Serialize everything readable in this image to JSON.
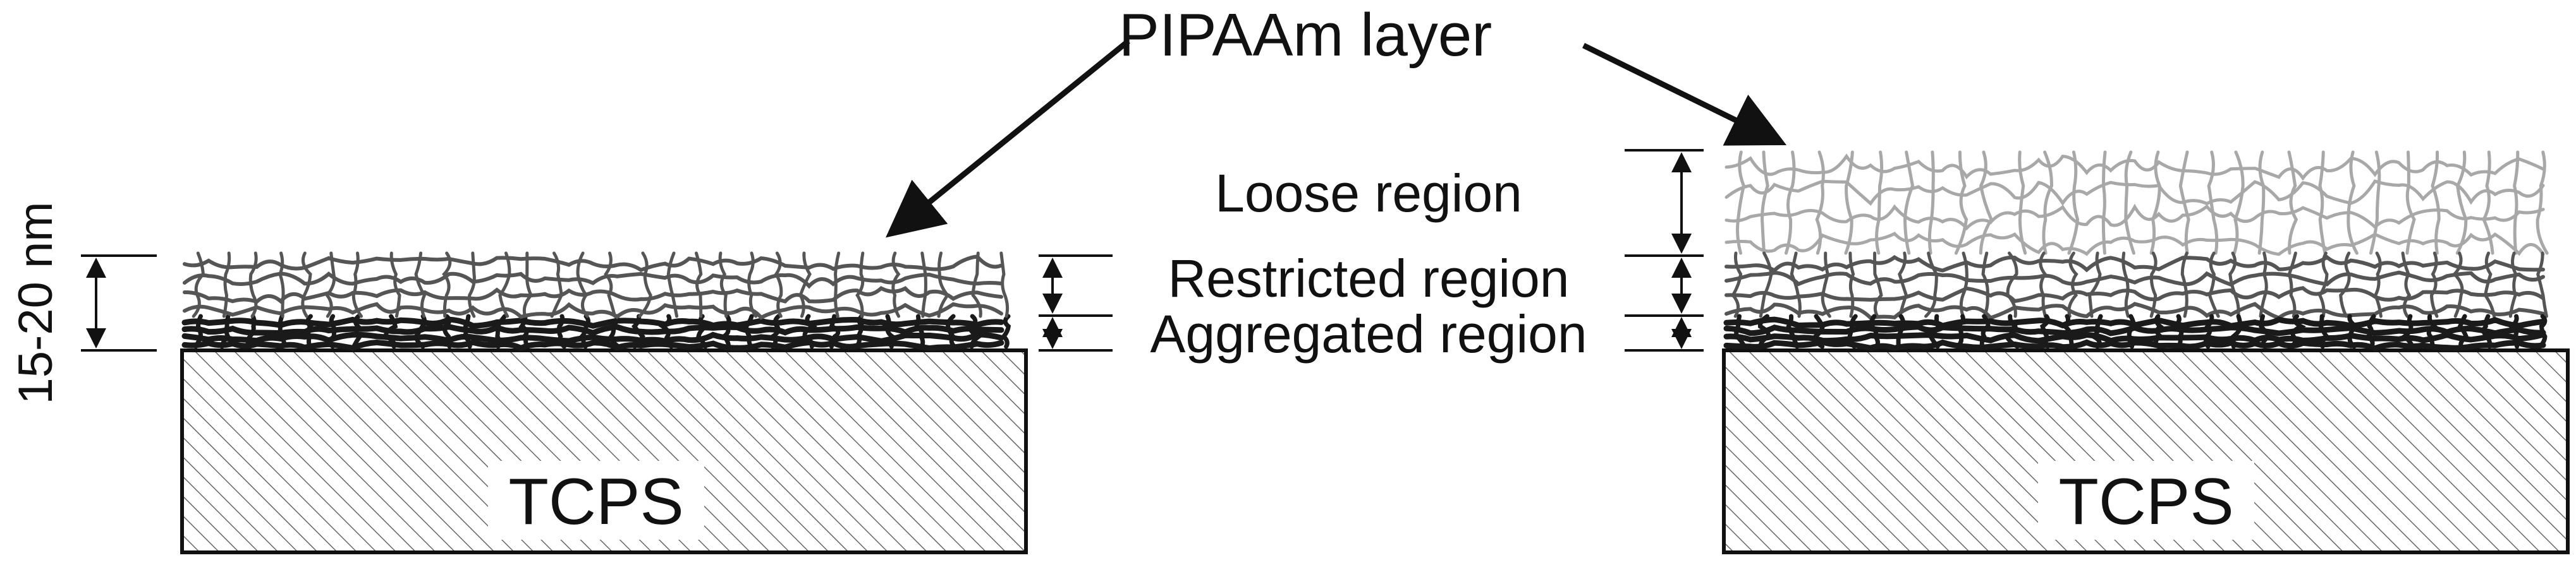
{
  "title": "PIPAAm layer",
  "thickness_label": "15-20 nm",
  "substrate_label": "TCPS",
  "regions": {
    "loose": "Loose region",
    "restricted": "Restricted region",
    "aggregated": "Aggregated region"
  },
  "colors": {
    "ink": "#111111",
    "aggregated_strand": "#1a1a1a",
    "restricted_strand": "#555555",
    "loose_strand": "#a8a8a8",
    "hatch": "#666666"
  }
}
